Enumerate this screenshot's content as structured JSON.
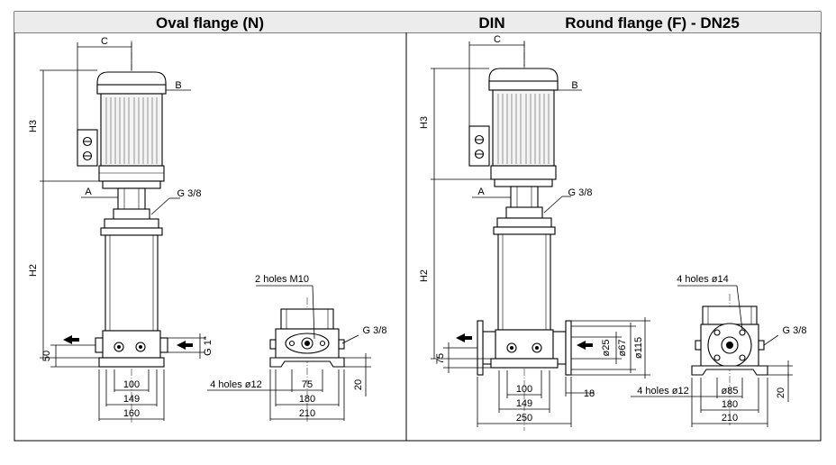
{
  "panels": [
    {
      "title": "Oval flange (N)",
      "labels": {
        "c": "C",
        "b": "B",
        "h3": "H3",
        "h2": "H2",
        "a": "A",
        "g38": "G 3/8",
        "g1": "G 1\"",
        "h50": "50",
        "w100": "100",
        "w149": "149",
        "w160": "160",
        "holes_top": "2 holes M10",
        "g38_side": "G 3/8",
        "holes_bottom": "4 holes ø12",
        "d20": "20",
        "w75": "75",
        "w180": "180",
        "w210": "210"
      }
    },
    {
      "title_left": "DIN",
      "title_right": "Round flange (F) - DN25",
      "labels": {
        "c": "C",
        "b": "B",
        "h3": "H3",
        "h2": "H2",
        "a": "A",
        "g38": "G 3/8",
        "h75": "75",
        "d25": "ø25",
        "d67": "ø67",
        "d115": "ø115",
        "w18": "18",
        "w100": "100",
        "w149": "149",
        "w250": "250",
        "holes_top": "4 holes ø14",
        "g38_side": "G 3/8",
        "holes_bottom": "4 holes ø12",
        "d85": "ø85",
        "d20": "20",
        "w180": "180",
        "w210": "210"
      }
    }
  ]
}
